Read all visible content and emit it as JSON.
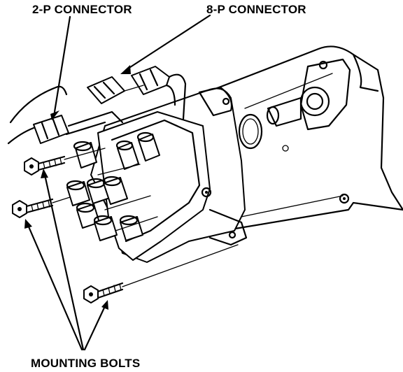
{
  "labels": {
    "two_pin_connector": "2-P CONNECTOR",
    "eight_pin_connector": "8-P CONNECTOR",
    "mounting_bolts": "MOUNTING BOLTS"
  },
  "colors": {
    "line": "#000000",
    "background": "#ffffff"
  }
}
